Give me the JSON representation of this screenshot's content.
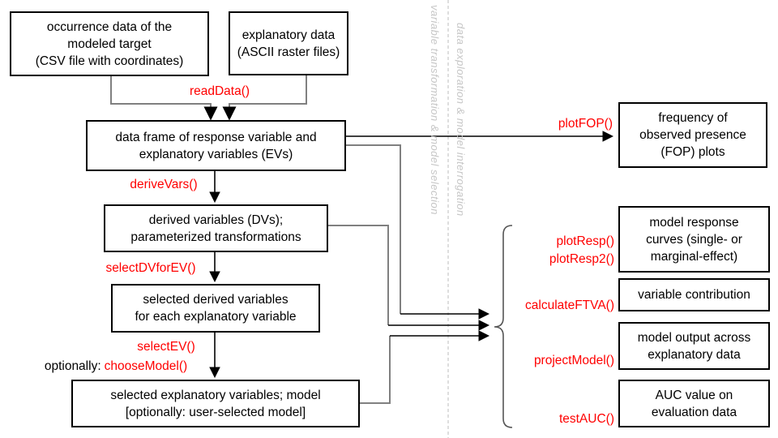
{
  "divider": {
    "left_label": "variable transformation  &  model selection",
    "right_label": "data exploration  &  model interrogation"
  },
  "boxes": {
    "occurrence": [
      "occurrence data of the",
      "modeled target",
      "(CSV file with coordinates)"
    ],
    "explanatory": [
      "explanatory data",
      "(ASCII raster files)"
    ],
    "dataframe": [
      "data frame of response variable and",
      "explanatory variables (EVs)"
    ],
    "derived": [
      "derived variables (DVs);",
      "parameterized transformations"
    ],
    "selected_dvs": [
      "selected derived variables",
      "for each explanatory variable"
    ],
    "selected_evs": [
      "selected explanatory variables; model",
      "[optionally: user-selected model]"
    ],
    "fop": [
      "frequency of",
      "observed presence",
      "(FOP) plots"
    ],
    "response_curves": [
      "model response",
      "curves (single- or",
      "marginal-effect)"
    ],
    "contribution": [
      "variable contribution"
    ],
    "model_output": [
      "model output across",
      "explanatory data"
    ],
    "auc": [
      "AUC value on",
      "evaluation data"
    ]
  },
  "functions": {
    "readData": "readData()",
    "deriveVars": "deriveVars()",
    "selectDVforEV": "selectDVforEV()",
    "selectEV": "selectEV()",
    "optionally_prefix": "optionally:",
    "chooseModel": "chooseModel()",
    "plotFOP": "plotFOP()",
    "plotResp": "plotResp()",
    "plotResp2": "plotResp2()",
    "calculateFTVA": "calculateFTVA()",
    "projectModel": "projectModel()",
    "testAUC": "testAUC()"
  },
  "colors": {
    "function_red": "#FF0000",
    "box_border": "#000000",
    "connector_gray": "#808080",
    "divider_gray": "#C8C8C8",
    "stage_text_gray": "#C6C6C6"
  }
}
